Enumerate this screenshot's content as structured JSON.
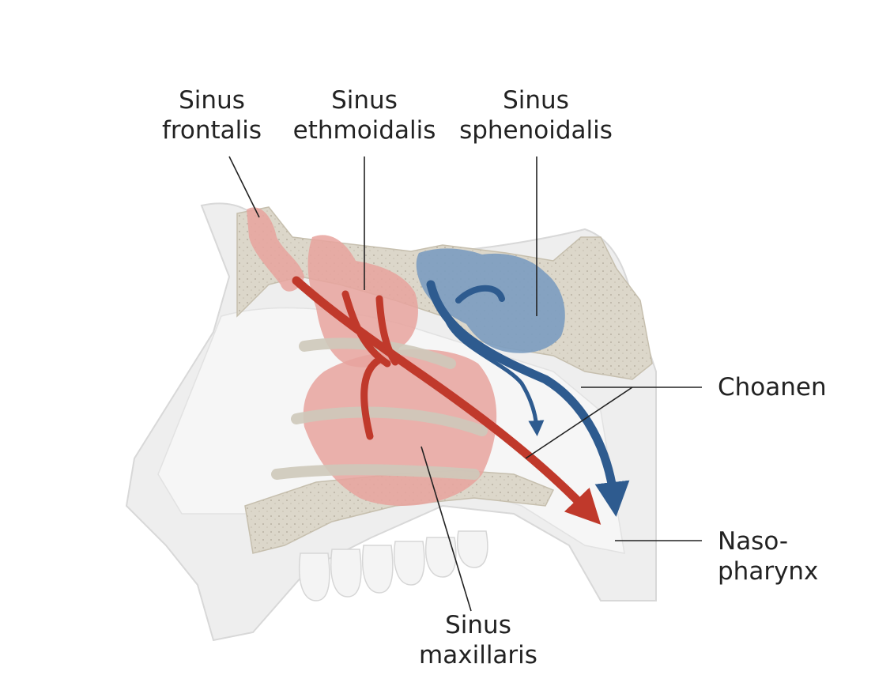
{
  "labels": {
    "sinus_frontalis": [
      "Sinus",
      "frontalis"
    ],
    "sinus_ethmoidalis": [
      "Sinus",
      "ethmoidalis"
    ],
    "sinus_sphenoidalis": [
      "Sinus",
      "sphenoidalis"
    ],
    "choanen": [
      "Choanen"
    ],
    "nasopharynx": [
      "Naso-",
      "pharynx"
    ],
    "sinus_maxillaris": [
      "Sinus",
      "maxillaris"
    ]
  },
  "colors": {
    "sinus_red": "#e8a39d",
    "flow_red": "#c0392b",
    "sinus_blue": "#7b9cc0",
    "flow_blue": "#2e5b8f",
    "bone": "#dcd7ca",
    "soft_tissue": "#eeeeee",
    "leader_line": "#222222"
  },
  "icons": [
    "flow-arrow-red",
    "flow-arrow-blue"
  ]
}
